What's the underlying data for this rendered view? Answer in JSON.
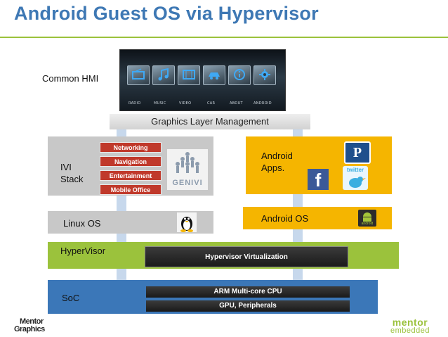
{
  "title": "Android Guest OS via Hypervisor",
  "labels": {
    "common_hmi": "Common HMI",
    "graphics_layer": "Graphics Layer Management",
    "ivi_stack_line1": "IVI",
    "ivi_stack_line2": "Stack",
    "android_apps_line1": "Android",
    "android_apps_line2": "Apps.",
    "linux_os": "Linux OS",
    "android_os": "Android OS",
    "hypervisor": "HyperVisor",
    "hypervisor_virtualization": "Hypervisor Virtualization",
    "soc": "SoC",
    "arm_cpu": "ARM Multi-core CPU",
    "gpu": "GPU, Peripherals"
  },
  "ivi_components": [
    "Networking",
    "Navigation",
    "Entertainment",
    "Mobile Office"
  ],
  "hmi_menu": [
    "RADIO",
    "MUSIC",
    "VIDEO",
    "CAR",
    "ABOUT",
    "ANDROID"
  ],
  "logos": {
    "genivi": "GENIVI",
    "twitter": "twitter",
    "facebook": "f",
    "pandora": "P",
    "android": "android",
    "mentor_graphics_line1": "Mentor",
    "mentor_graphics_line2": "Graphics",
    "mentor_embedded_line1": "mentor",
    "mentor_embedded_line2": "embedded"
  },
  "colors": {
    "title": "#3e78b4",
    "accent_green": "#9bc23c",
    "android_orange": "#f5b500",
    "soc_blue": "#3b77b8",
    "ivi_red": "#c0392b"
  }
}
